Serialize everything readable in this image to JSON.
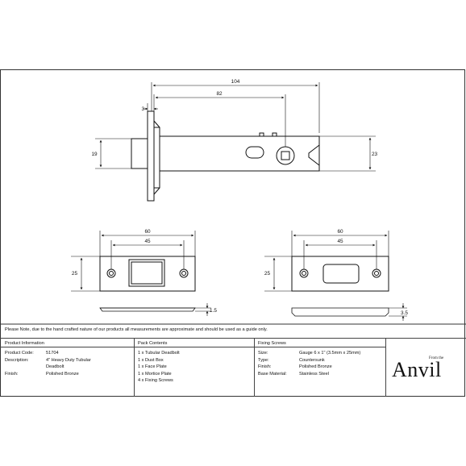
{
  "dimensions": {
    "overall_length": "104",
    "backset": "82",
    "faceplate_thickness": "3",
    "bolt_height": "19",
    "body_height": "23",
    "face_plate_width_a": "60",
    "face_plate_inner_a": "45",
    "face_plate_height_a": "25",
    "face_plate_depth_a": "1.5",
    "mortice_width_b": "60",
    "mortice_inner_b": "45",
    "mortice_height_b": "25",
    "mortice_depth_b": "3.5"
  },
  "note": "Please Note, due to the hand crafted nature of our products all measurements are approximate and should be used as a guide only.",
  "product_information": {
    "heading": "Product Information",
    "rows": [
      {
        "label": "Product Code:",
        "value": "51704"
      },
      {
        "label": "Description:",
        "value": "4\" Heavy Duty Tubular"
      },
      {
        "label": "",
        "value": "Deadbolt"
      },
      {
        "label": "Finish:",
        "value": "Polished Bronze"
      }
    ]
  },
  "pack_contents": {
    "heading": "Pack Contents",
    "items": [
      "1 x Tubular Deadbolt",
      "1 x Dust Box",
      "1 x Face Plate",
      "1 x Mortice Plate",
      "4 x Fixing Screws"
    ]
  },
  "fixing_screws": {
    "heading": "Fixing Screws",
    "rows": [
      {
        "label": "Size:",
        "value": "Gauge 6 x 1\" (3.5mm x 25mm)"
      },
      {
        "label": "Type:",
        "value": "Countersunk"
      },
      {
        "label": "Finish:",
        "value": "Polished Bronze"
      },
      {
        "label": "Base Material:",
        "value": "Stainless Steel"
      }
    ]
  },
  "logo": {
    "from_text": "From the",
    "brand_text": "Anvil"
  }
}
